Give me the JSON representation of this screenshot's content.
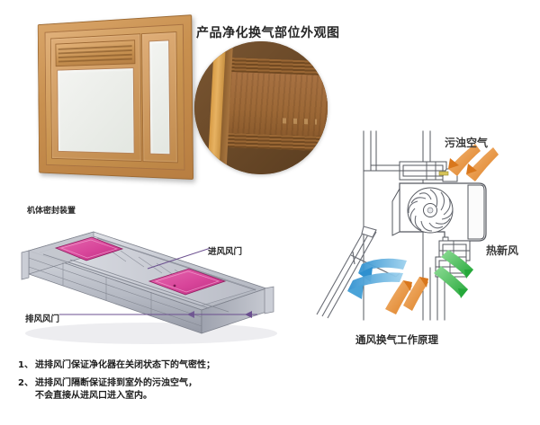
{
  "product_title": "产品净化换气部位外观图",
  "window_photo": {
    "name": "木质推拉窗产品照片"
  },
  "detail_circle": {
    "name": "换气部位局部特写"
  },
  "cad": {
    "title": "机体密封装置",
    "callouts": {
      "intake": "进风风门",
      "exhaust": "排风风门"
    }
  },
  "tech_diagram": {
    "caption": "通风换气工作原理",
    "labels": {
      "dirty_air": "污浊空气",
      "fresh_air": "热新风"
    },
    "colors": {
      "dirty_air_arrow": "#E8903A",
      "fresh_air_arrow": "#3DBB4D",
      "indoor_air_arrow": "#4BA3DC",
      "line": "#3a3a3a"
    }
  },
  "notes": [
    {
      "num": "1、",
      "lines": [
        "进排风门保证净化器在关闭状态下的气密性；"
      ]
    },
    {
      "num": "2、",
      "lines": [
        "进排风门隔断保证排到室外的污浊空气，",
        "不会直接从进风口进入室内。"
      ]
    }
  ]
}
